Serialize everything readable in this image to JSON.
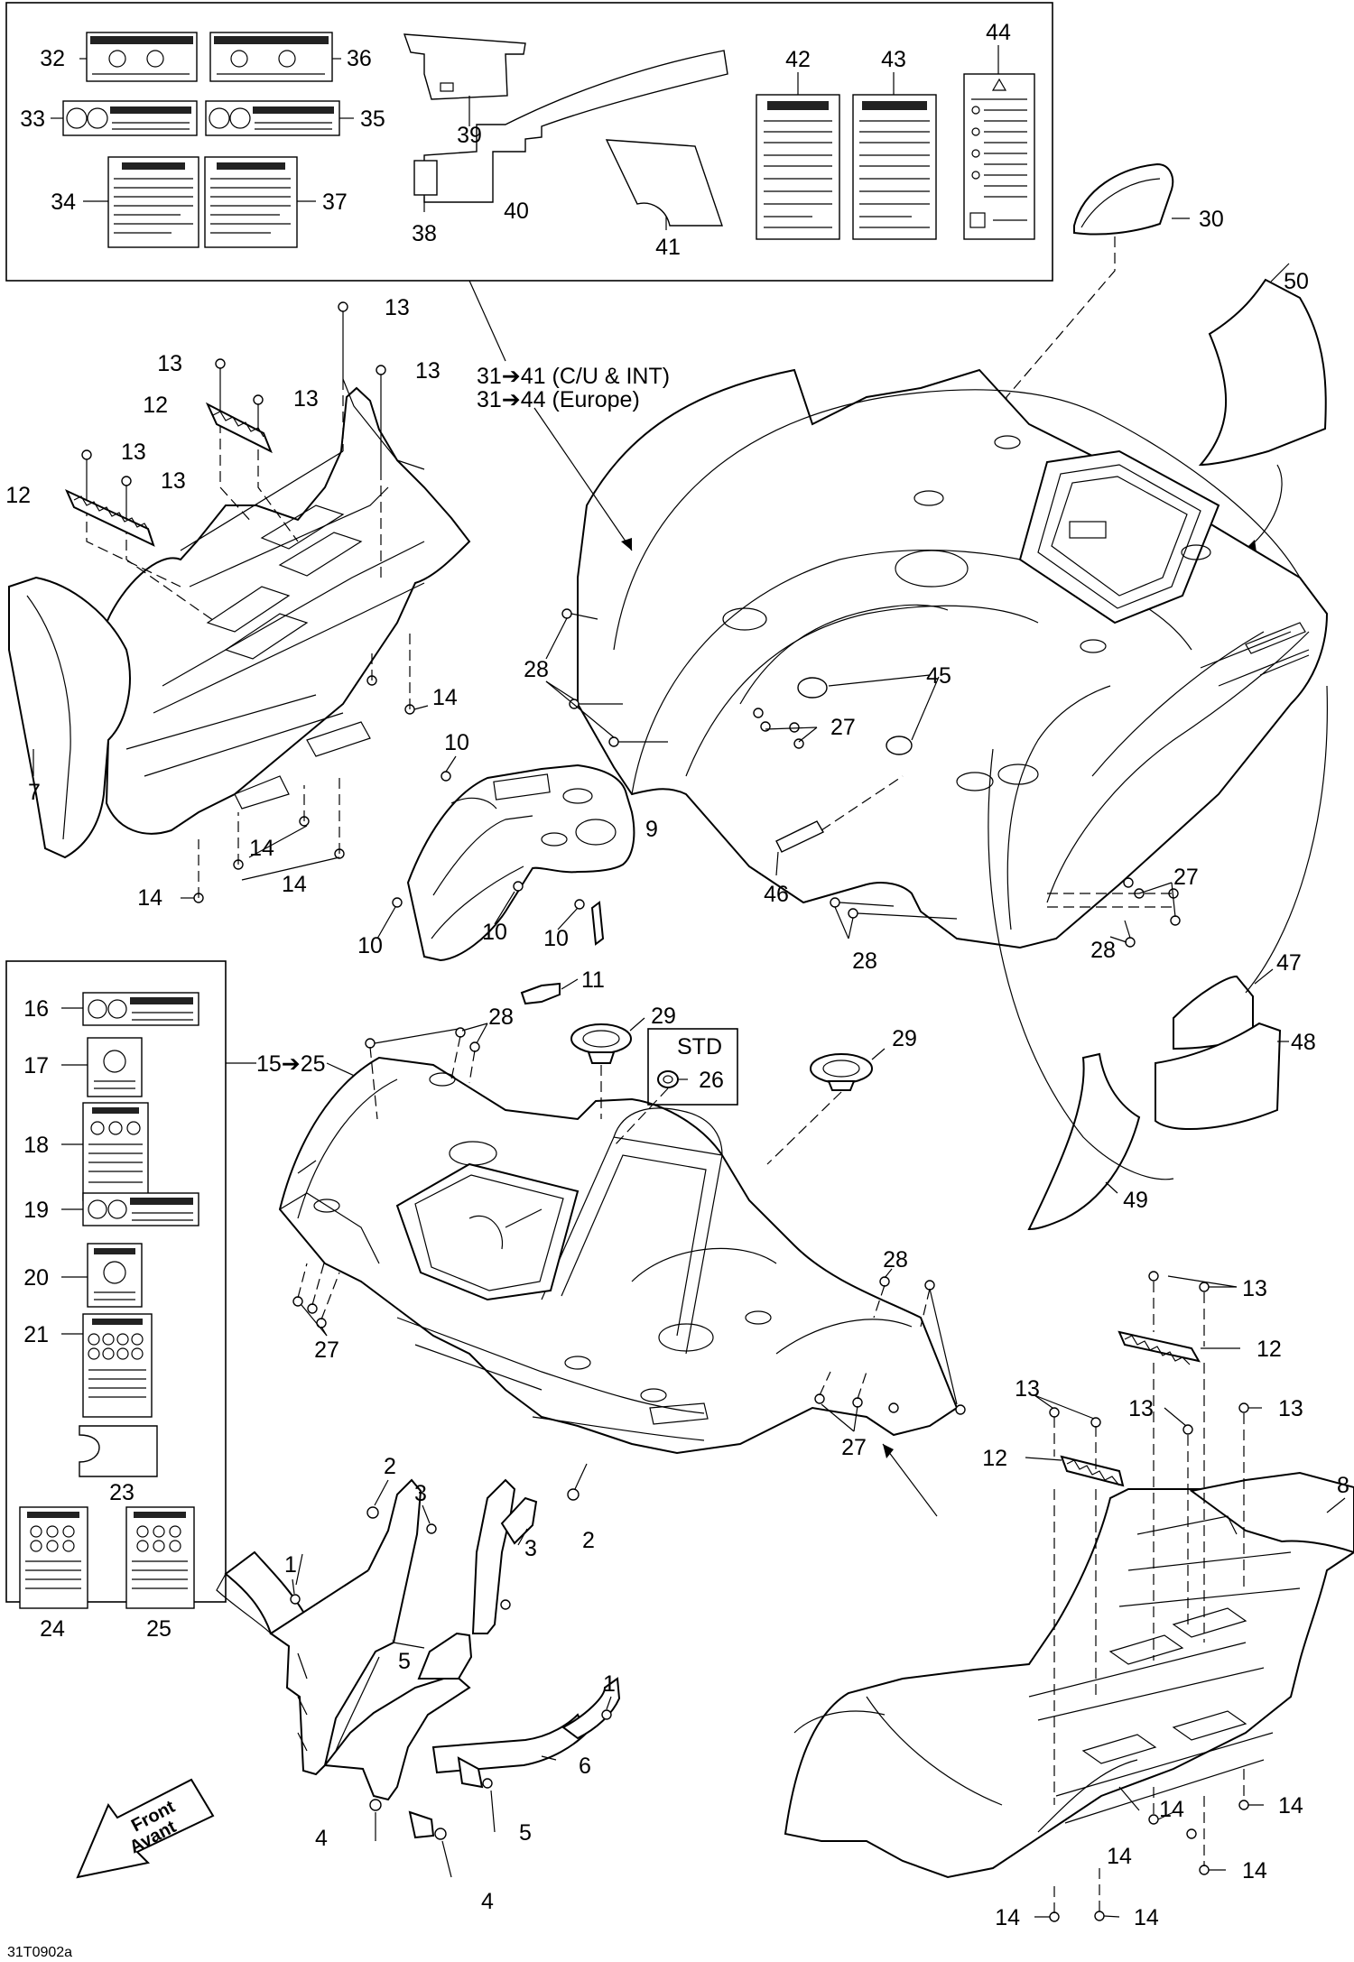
{
  "diagram": {
    "drawing_code": "31T0902a",
    "front_arrow": {
      "line1": "Front",
      "line2": "Avant"
    },
    "box_labels": {
      "decals_top": "31➔41 (C/U & INT)",
      "decals_top_eu": "31➔44 (Europe)",
      "decals_left": "15➔25",
      "std": "STD"
    },
    "callouts": {
      "n1a": "1",
      "n1b": "1",
      "n2a": "2",
      "n2b": "2",
      "n3a": "3",
      "n3b": "3",
      "n4a": "4",
      "n4b": "4",
      "n5a": "5",
      "n5b": "5",
      "n6": "6",
      "n7": "7",
      "n8": "8",
      "n9": "9",
      "n10a": "10",
      "n10b": "10",
      "n10c": "10",
      "n10d": "10",
      "n11": "11",
      "n12a": "12",
      "n12b": "12",
      "n12c": "12",
      "n12d": "12",
      "n13a": "13",
      "n13b": "13",
      "n13c": "13",
      "n13d": "13",
      "n13e": "13",
      "n13f": "13",
      "n13g": "13",
      "n13h": "13",
      "n13i": "13",
      "n13j": "13",
      "n14a": "14",
      "n14b": "14",
      "n14c": "14",
      "n14d": "14",
      "n14e": "14",
      "n14f": "14",
      "n14g": "14",
      "n14h": "14",
      "n14i": "14",
      "n16": "16",
      "n17": "17",
      "n18": "18",
      "n19": "19",
      "n20": "20",
      "n21": "21",
      "n23": "23",
      "n24": "24",
      "n25": "25",
      "n26": "26",
      "n27a": "27",
      "n27b": "27",
      "n27c": "27",
      "n27d": "27",
      "n28a": "28",
      "n28b": "28",
      "n28c": "28",
      "n28d": "28",
      "n28e": "28",
      "n29a": "29",
      "n29b": "29",
      "n30": "30",
      "n32": "32",
      "n33": "33",
      "n34": "34",
      "n35": "35",
      "n36": "36",
      "n37": "37",
      "n38": "38",
      "n39": "39",
      "n40": "40",
      "n41": "41",
      "n42": "42",
      "n43": "43",
      "n44": "44",
      "n45": "45",
      "n46": "46",
      "n47": "47",
      "n48": "48",
      "n49": "49",
      "n50": "50"
    }
  }
}
